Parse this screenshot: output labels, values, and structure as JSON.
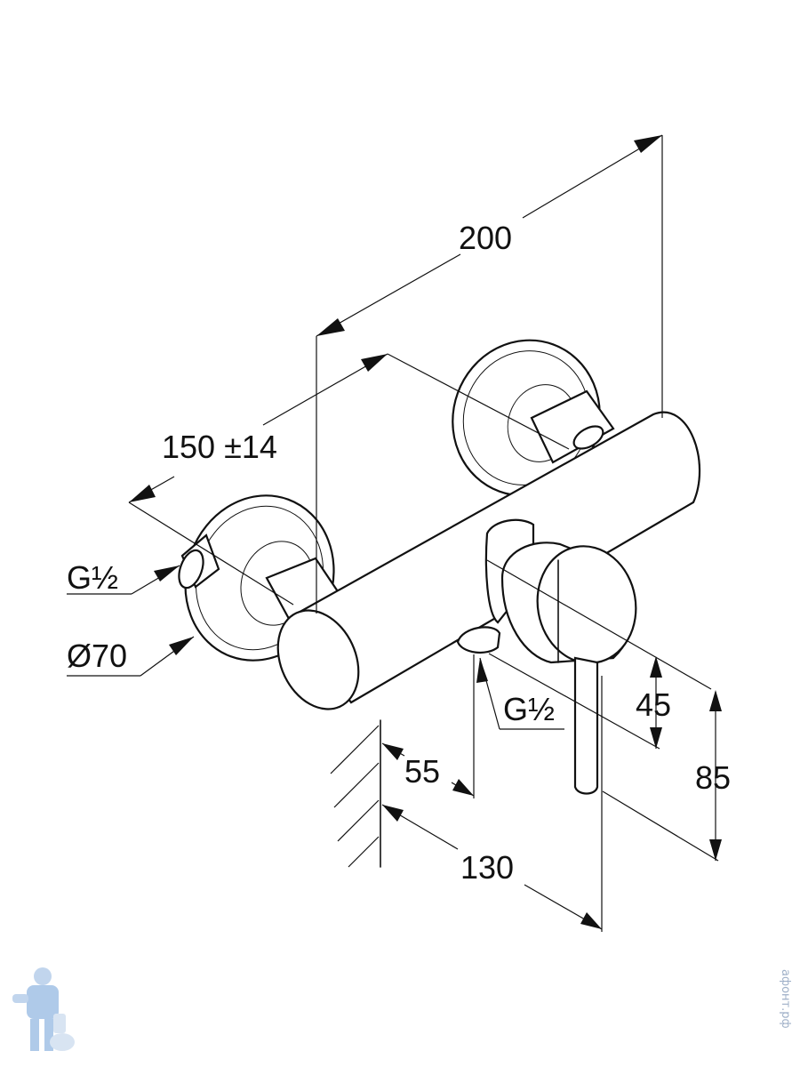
{
  "dimensions": {
    "overall_width": "200",
    "centers": "150 ±14",
    "thread_left": "G½",
    "rosette_diameter": "Ø70",
    "thread_bottom": "G½",
    "handle_height": "45",
    "total_height": "85",
    "outlet_depth": "55",
    "total_depth": "130"
  },
  "watermark": {
    "text": "афонт.рф",
    "logo": "plumber-mascot-icon"
  }
}
